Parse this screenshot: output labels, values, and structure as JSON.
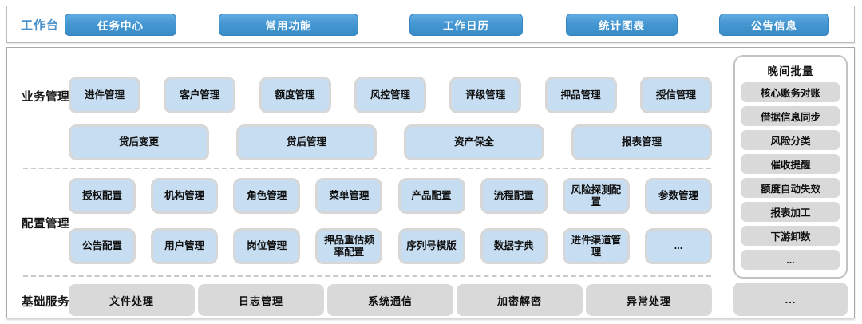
{
  "topbar": {
    "label": "工作台",
    "buttons": [
      "任务中心",
      "常用功能",
      "工作日历",
      "统计图表",
      "公告信息"
    ]
  },
  "sections": {
    "business": {
      "label": "业务管理",
      "row1": [
        "进件管理",
        "客户管理",
        "额度管理",
        "风控管理",
        "评级管理",
        "押品管理",
        "授信管理"
      ],
      "row2": [
        "贷后变更",
        "贷后管理",
        "资产保全",
        "报表管理"
      ]
    },
    "config": {
      "label": "配置管理",
      "row1": [
        "授权配置",
        "机构管理",
        "角色管理",
        "菜单管理",
        "产品配置",
        "流程配置",
        "风险探测配置",
        "参数管理"
      ],
      "row2": [
        "公告配置",
        "用户管理",
        "岗位管理",
        "押品重估频率配置",
        "序列号模版",
        "数据字典",
        "进件渠道管理",
        "..."
      ]
    },
    "base": {
      "label": "基础服务",
      "items": [
        "文件处理",
        "日志管理",
        "系统通信",
        "加密解密",
        "异常处理"
      ],
      "more": "..."
    }
  },
  "night_batch": {
    "title": "晚间批量",
    "items": [
      "核心账务对账",
      "借据信息同步",
      "风险分类",
      "催收提醒",
      "额度自动失效",
      "报表加工",
      "下游卸数",
      "..."
    ]
  },
  "colors": {
    "accent_blue": "#4597d2",
    "label_blue": "#4a90c9",
    "light_blue_box": "#c7def2",
    "gray_box": "#d9d9d9"
  }
}
